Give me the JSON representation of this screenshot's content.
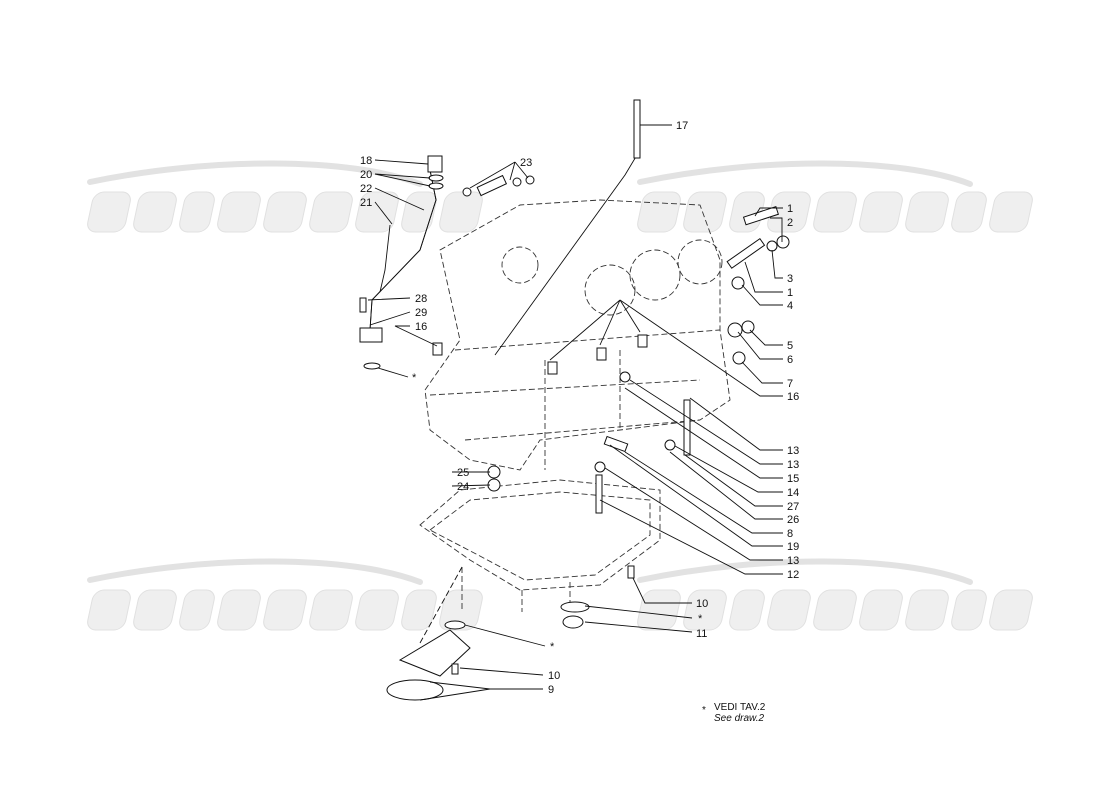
{
  "watermark": "eurospares",
  "callouts": [
    "18",
    "20",
    "22",
    "21",
    "23",
    "17",
    "28",
    "29",
    "16",
    "*",
    "25",
    "24",
    "10",
    "9",
    "*",
    "1",
    "2",
    "3",
    "1",
    "4",
    "5",
    "6",
    "7",
    "16",
    "13",
    "13",
    "15",
    "14",
    "27",
    "26",
    "8",
    "19",
    "13",
    "12",
    "10",
    "*",
    "11"
  ],
  "note": {
    "symbol": "*",
    "it": "VEDI TAV.2",
    "en": "See draw.2"
  }
}
